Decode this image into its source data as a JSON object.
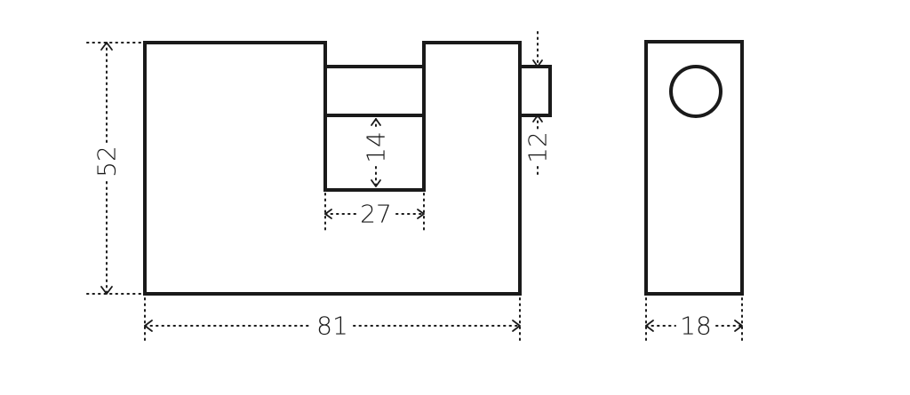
{
  "colors": {
    "background": "#ffffff",
    "ink": "#1a1a1a"
  },
  "dimensions": {
    "height": "52",
    "width": "81",
    "shackle_opening_width": "27",
    "shackle_opening_height": "14",
    "shackle_thickness": "12",
    "depth": "18"
  }
}
